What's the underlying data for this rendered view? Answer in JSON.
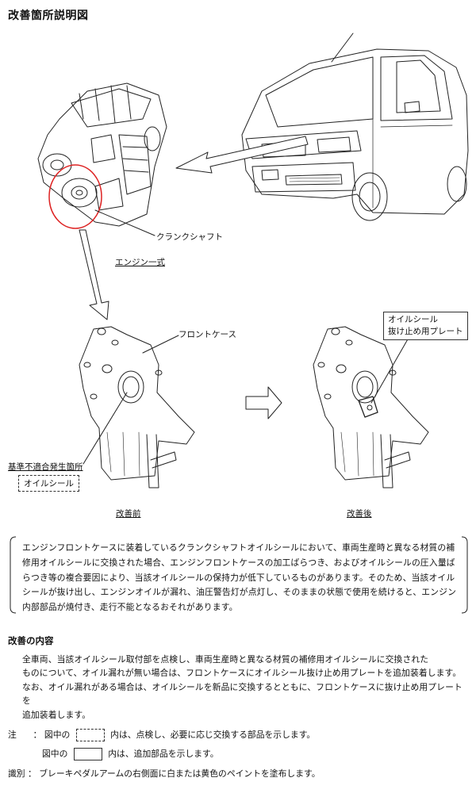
{
  "page_title": "改善箇所説明図",
  "figure": {
    "crankshaft_label": "クランクシャフト",
    "engine_label": "エンジン一式",
    "front_case_label": "フロントケース",
    "defect_location_label": "基準不適合発生箇所",
    "oil_seal_label": "オイルシール",
    "plate_label_line1": "オイルシール",
    "plate_label_line2": "抜け止め用プレート",
    "before_label": "改善前",
    "after_label": "改善後"
  },
  "description": "エンジンフロントケースに装着しているクランクシャフトオイルシールにおいて、車両生産時と異なる材質の補修用オイルシールに交換された場合、エンジンフロントケースの加工ばらつき、およびオイルシールの圧入量ばらつき等の複合要因により、当該オイルシールの保持力が低下しているものがあります。そのため、当該オイルシールが抜け出し、エンジンオイルが漏れ、油圧警告灯が点灯し、そのままの状態で使用を続けると、エンジン内部部品が焼付き、走行不能となるおそれがあります。",
  "improvement": {
    "title": "改善の内容",
    "line1": "全車両、当該オイルシール取付部を点検し、車両生産時と異なる材質の補修用オイルシールに交換された",
    "line2": "ものについて、オイル漏れが無い場合は、フロントケースにオイルシール抜け止め用プレートを追加装着します。",
    "line3": "なお、オイル漏れがある場合は、オイルシールを新品に交換するとともに、フロントケースに抜け止め用プレートを",
    "line4": "追加装着します。"
  },
  "notes": {
    "note_label": "注",
    "colon": "：",
    "prefix": "図中の",
    "dashed_text": "内は、点検し、必要に応じ交換する部品を示します。",
    "solid_text": "内は、追加部品を示します。",
    "id_label": "識別",
    "id_text": "ブレーキペダルアームの右側面に白または黄色のペイントを塗布します。"
  }
}
